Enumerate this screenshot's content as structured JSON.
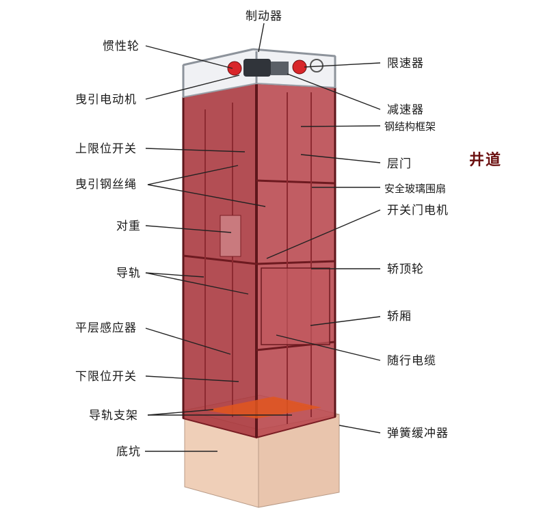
{
  "title": "井道",
  "colors": {
    "shaft_fill": "#a8353c",
    "shaft_edge": "#7a1e24",
    "pit_fill": "#efcfb8",
    "machine_frame": "#c9ccd1",
    "leader": "#222222",
    "title": "#6b0f0f"
  },
  "labels": {
    "brake": "制动器",
    "flywheel": "惯性轮",
    "speed_governor": "限速器",
    "traction_motor": "曳引电动机",
    "reducer": "减速器",
    "steel_frame": "钢结构框架",
    "upper_limit_switch": "上限位开关",
    "landing_door": "层门",
    "traction_rope": "曳引钢丝绳",
    "safety_glass": "安全玻璃围扇",
    "door_motor": "开关门电机",
    "counterweight": "对重",
    "guide_rail": "导轨",
    "car_top_sheave": "轿顶轮",
    "car": "轿厢",
    "leveling_sensor": "平层感应器",
    "travel_cable": "随行电缆",
    "lower_limit_switch": "下限位开关",
    "rail_bracket": "导轨支架",
    "spring_buffer": "弹簧缓冲器",
    "pit": "底坑"
  }
}
